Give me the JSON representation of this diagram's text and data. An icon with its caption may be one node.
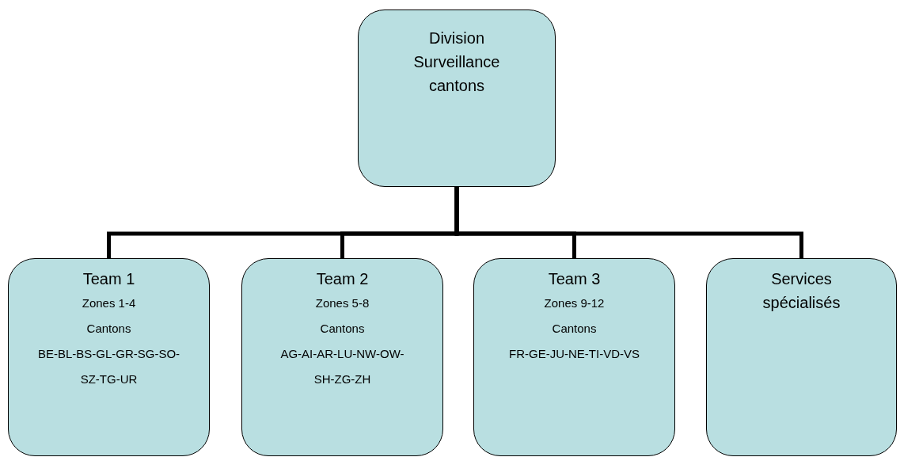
{
  "diagram": {
    "nodes": [
      {
        "text": [
          "Division Surveillance cantons"
        ]
      },
      {
        "text": [
          "Team 1",
          "Zones 1-4",
          "Cantons",
          "BE-BL-BS-GL-GR-SG-SO-SZ-TG-UR"
        ]
      },
      {
        "text": [
          "Team 2",
          "Zones 5-8",
          "Cantons",
          "AG-AI-AR-LU-NW-OW-SH-ZG-ZH"
        ]
      },
      {
        "text": [
          "Team 3",
          "Zones 9-12",
          "Cantons",
          "FR-GE-JU-NE-TI-VD-VS"
        ]
      },
      {
        "text": [
          "Services spécialisés"
        ]
      }
    ],
    "edges": [
      {
        "from": 0,
        "to": 1,
        "arrow": "none"
      },
      {
        "from": 0,
        "to": 2,
        "arrow": "none"
      },
      {
        "from": 0,
        "to": 3,
        "arrow": "none"
      },
      {
        "from": 0,
        "to": 4,
        "arrow": "none"
      }
    ]
  }
}
